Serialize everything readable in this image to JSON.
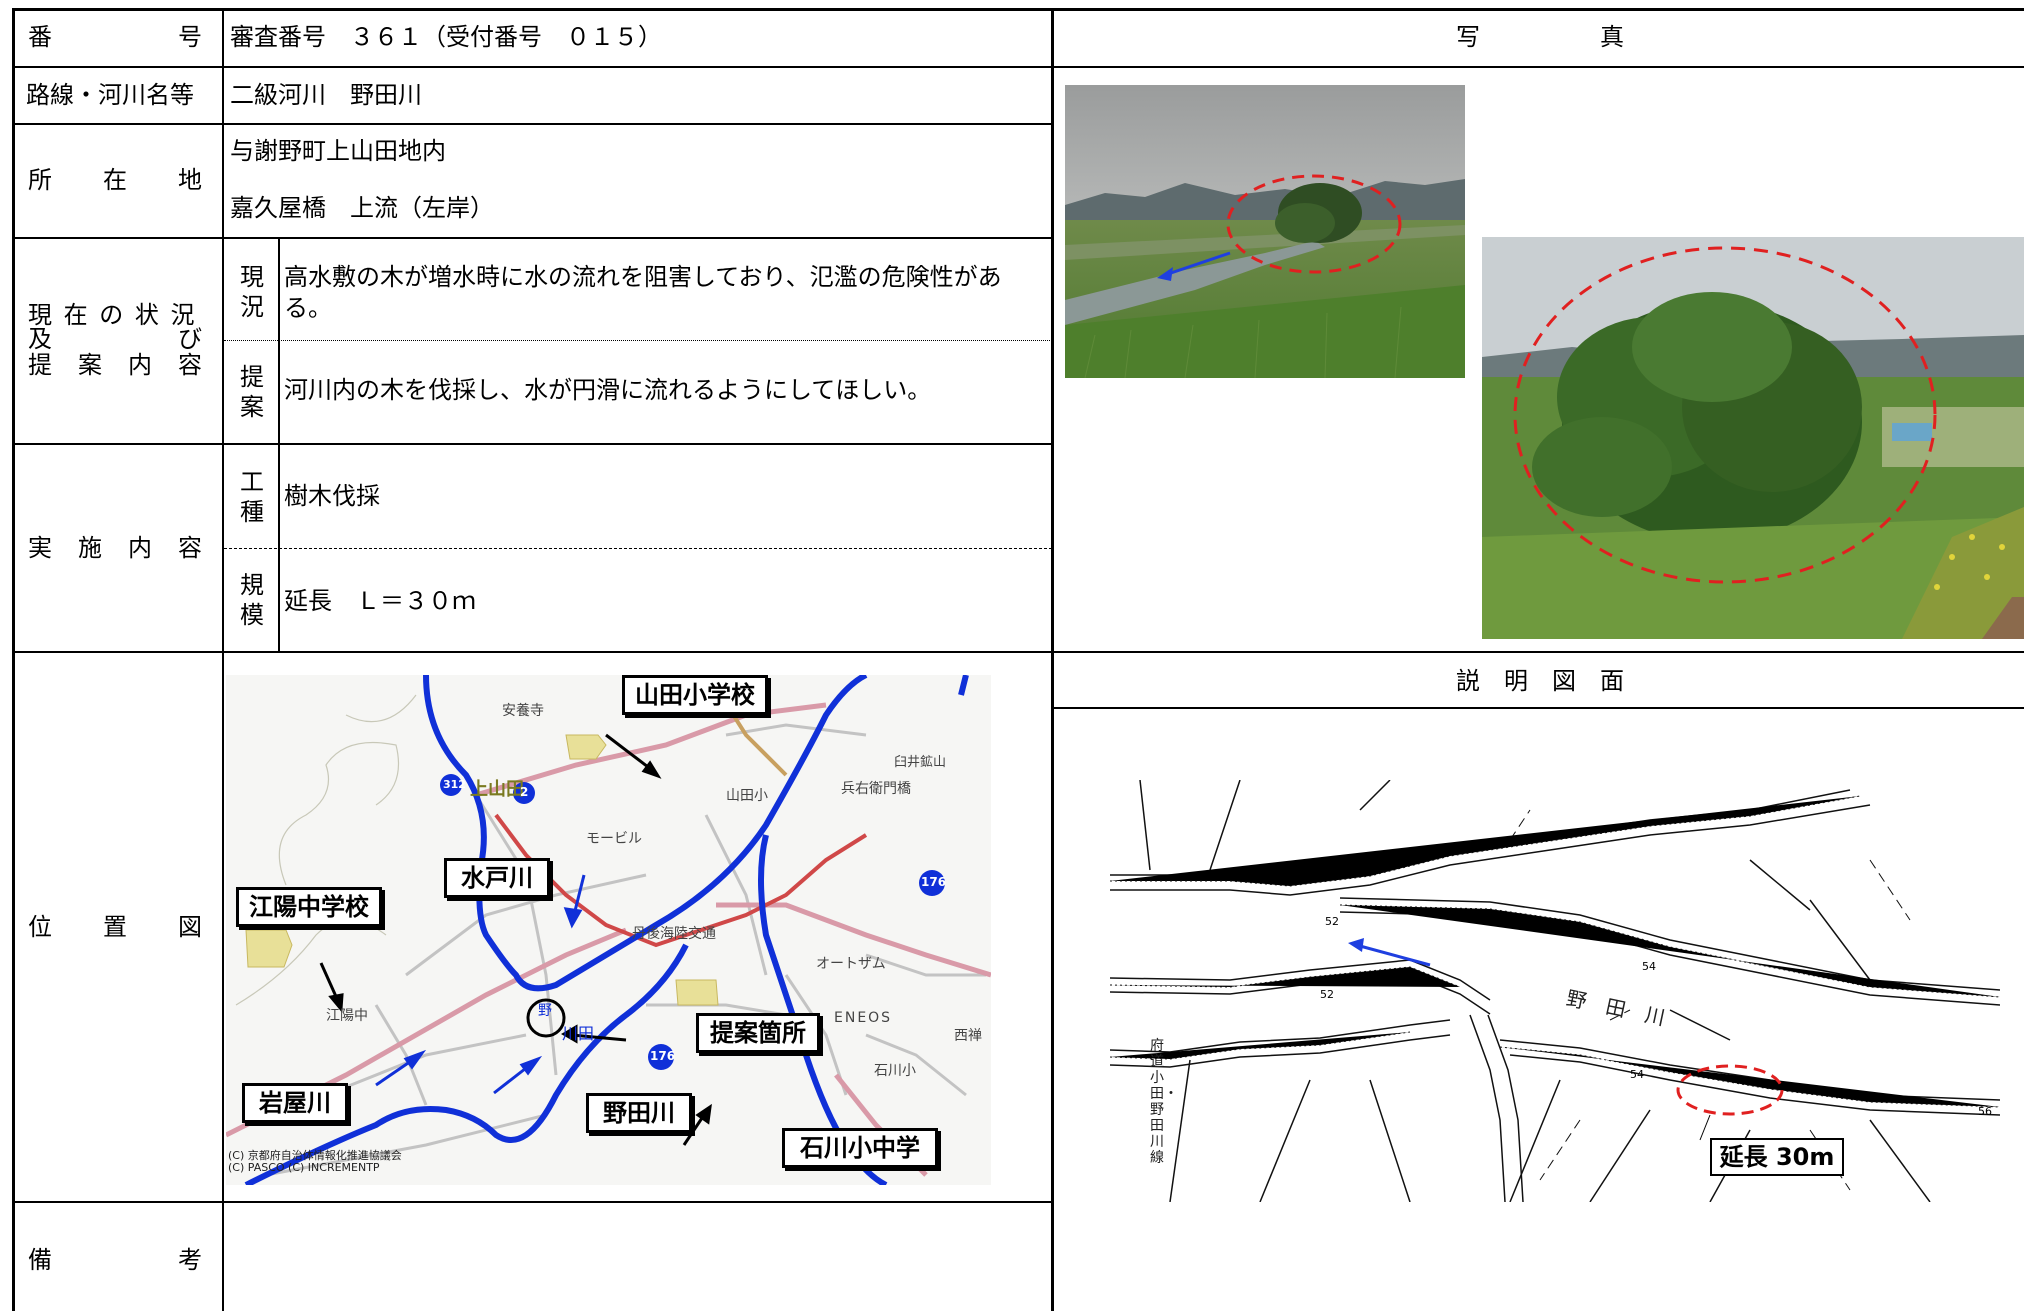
{
  "rows": {
    "number": {
      "label": "番　　　　　号",
      "value": "審査番号　３６１（受付番号　０１５）"
    },
    "river": {
      "label": "路線・河川名等",
      "value": "二級河川　野田川"
    },
    "location": {
      "label": "所　　在　　地",
      "line1": "与謝野町上山田地内",
      "line2": "嘉久屋橋　上流（左岸）"
    },
    "status": {
      "label_line1": "現 在 の 状 況",
      "label_line2": "及　　　　　び",
      "label_line3": "提　案　内　容",
      "current_tag": "現況",
      "current_text_1": "高水敷の木が増水時に水の流れを阻害しており、氾濫の危険性があ",
      "current_text_2": "る。",
      "proposal_tag": "提案",
      "proposal_text": "河川内の木を伐採し、水が円滑に流れるようにしてほしい。"
    },
    "work": {
      "label": "実　施　内　容",
      "type_tag": "工種",
      "type_value": "樹木伐採",
      "scale_tag": "規模",
      "scale_value": "延長　Ｌ＝３０ｍ"
    },
    "map": {
      "label": "位　　置　　図"
    },
    "remarks": {
      "label": "備　　　　　考",
      "value": ""
    }
  },
  "headers": {
    "photo": "写　　　　　真",
    "diagram": "説　明　図　面"
  },
  "map": {
    "callouts": {
      "yamada_school": "山田小学校",
      "mizuto_river": "水戸川",
      "koyo_school": "江陽中学校",
      "proposal_site": "提案箇所",
      "iwaya_river": "岩屋川",
      "noda_river": "野田川",
      "ishikawa_school": "石川小中学"
    },
    "labels": {
      "kamiyamada": "上山田",
      "yamada_el": "山田小",
      "koyo_jh": "江陽中",
      "ishikawa_el": "石川小",
      "tango_rail": "丹後海陸交通",
      "mobile": "モービル",
      "heiemon_bridge": "兵右衛門橋",
      "usui": "臼井鉱山",
      "anzen": "安養寺",
      "nishizen": "西禅",
      "autozam": "オートザム",
      "eneos": "ENEOS",
      "kawada": "川田",
      "no": "野",
      "route_312": "312",
      "route_2": "2",
      "route_176a": "176",
      "route_176b": "176"
    },
    "credits_1": "(C) 京都府自治体情報化推進協議会",
    "credits_2": "(C) PASCO (C) INCREMENTP"
  },
  "diagram": {
    "callout": "延長 30m",
    "river_text": "野　田　川",
    "side_road": "府道小田・野田川線",
    "elev_52a": "52",
    "elev_52b": "52",
    "elev_54a": "54",
    "elev_54b": "54",
    "elev_56": "56"
  }
}
